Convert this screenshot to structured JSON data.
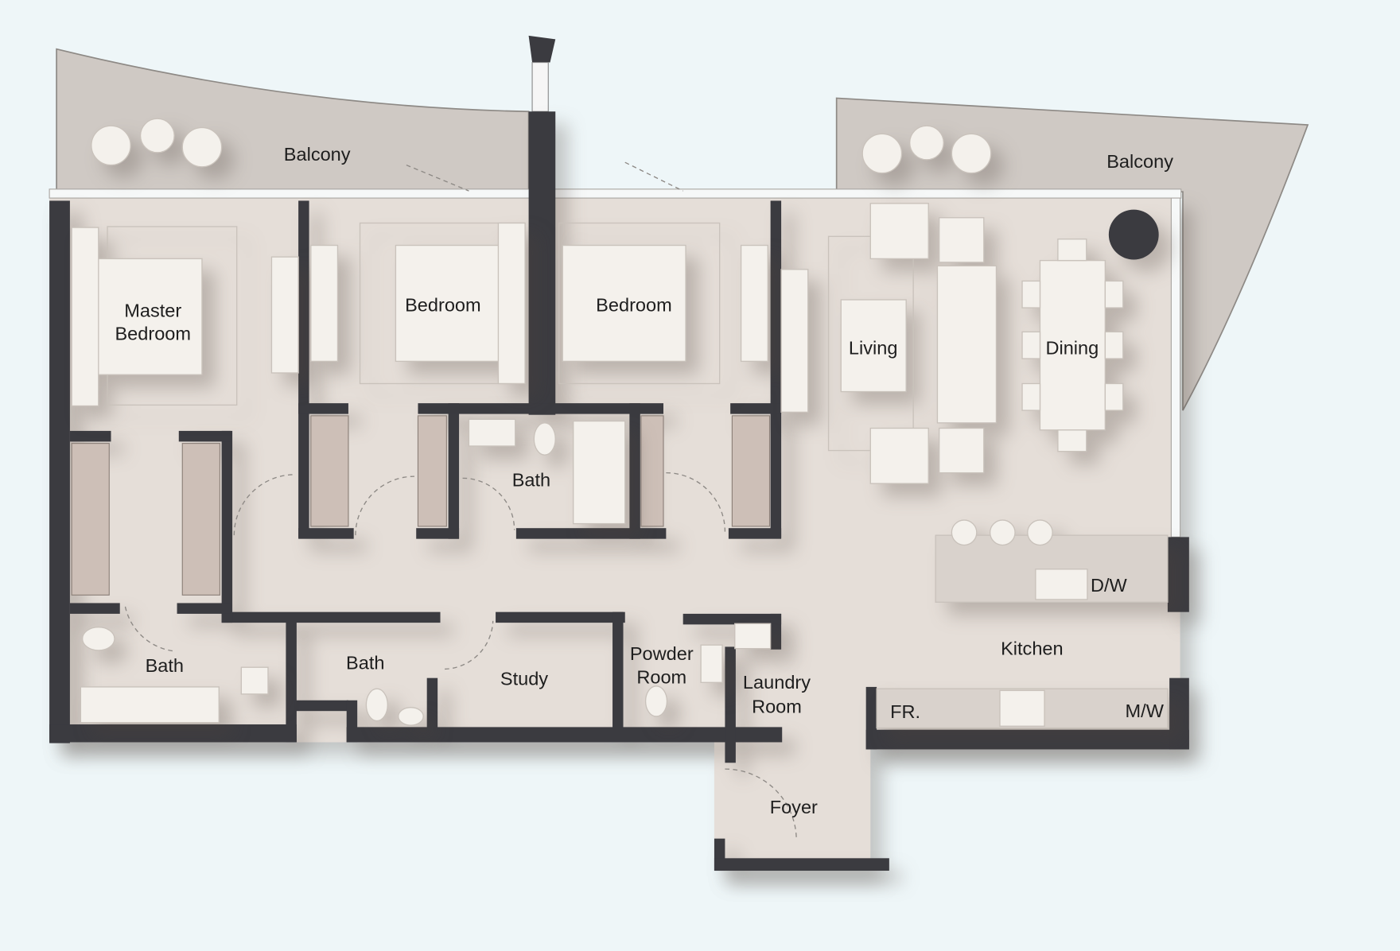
{
  "colors": {
    "background": "#eef6f8",
    "floor": "#e5ded8",
    "balcony": "#cfc9c4",
    "wall": "#3b3b40",
    "furniture": "#f4f1ec"
  },
  "rooms": {
    "balcony_left": "Balcony",
    "balcony_right": "Balcony",
    "master_bedroom_line1": "Master",
    "master_bedroom_line2": "Bedroom",
    "bedroom_1": "Bedroom",
    "bedroom_2": "Bedroom",
    "living": "Living",
    "dining": "Dining",
    "bath_center": "Bath",
    "bath_master": "Bath",
    "bath_lower": "Bath",
    "study": "Study",
    "powder_line1": "Powder",
    "powder_line2": "Room",
    "laundry_line1": "Laundry",
    "laundry_line2": "Room",
    "kitchen": "Kitchen",
    "dishwasher": "D/W",
    "fridge": "FR.",
    "microwave": "M/W",
    "foyer": "Foyer"
  }
}
